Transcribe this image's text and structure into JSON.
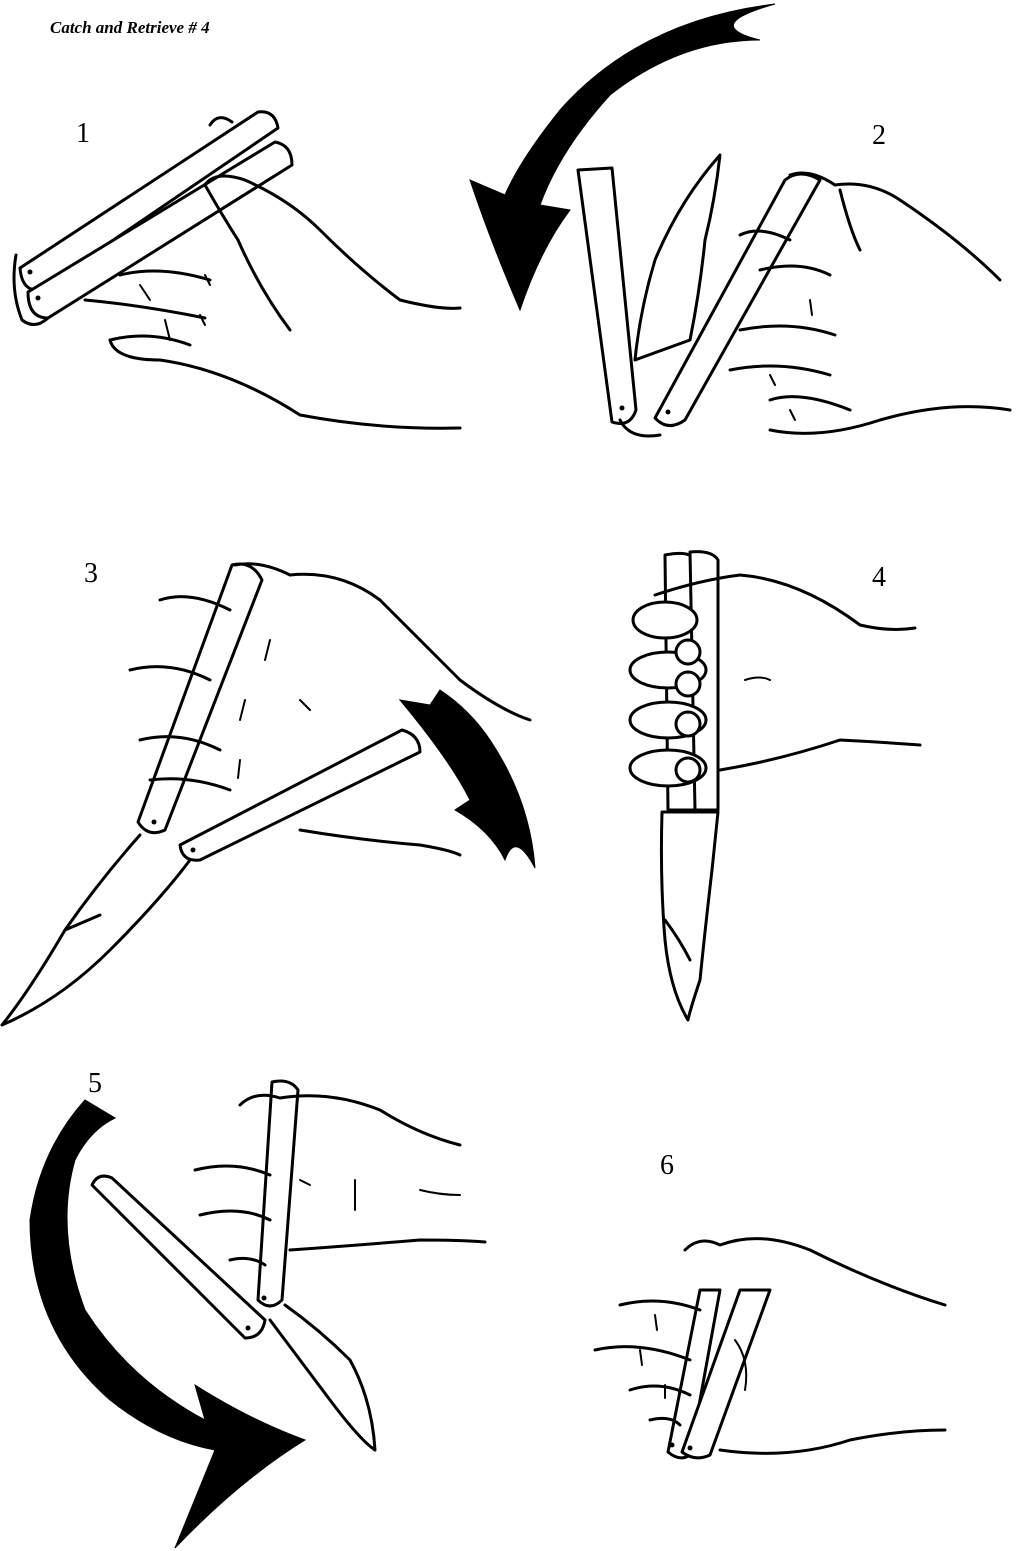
{
  "title": "Catch and Retrieve # 4",
  "steps": [
    {
      "number": "1"
    },
    {
      "number": "2"
    },
    {
      "number": "3"
    },
    {
      "number": "4"
    },
    {
      "number": "5"
    },
    {
      "number": "6"
    }
  ],
  "icons": {
    "arrow_color": "#000000",
    "line_color": "#000000",
    "background": "#ffffff"
  }
}
